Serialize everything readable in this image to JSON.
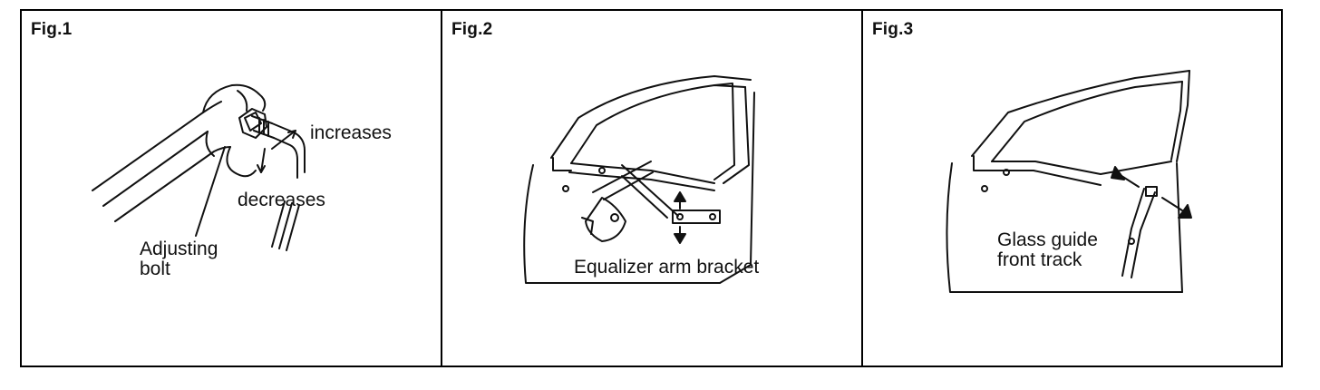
{
  "figures": [
    {
      "label": "Fig.1",
      "callouts": {
        "increases": "increases",
        "decreases": "decreases",
        "bolt_line1": "Adjusting",
        "bolt_line2": "bolt"
      }
    },
    {
      "label": "Fig.2",
      "callouts": {
        "bracket": "Equalizer arm bracket"
      }
    },
    {
      "label": "Fig.3",
      "callouts": {
        "track_line1": "Glass guide",
        "track_line2": "front track"
      }
    }
  ]
}
